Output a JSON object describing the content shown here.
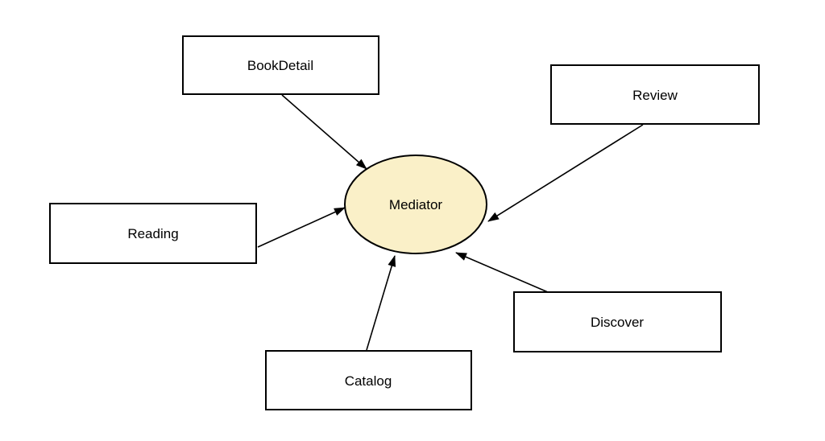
{
  "diagram": {
    "type": "mediator-pattern",
    "background_color": "#ffffff",
    "node_border_color": "#000000",
    "node_fill_color": "#ffffff",
    "edge_color": "#000000",
    "center": {
      "label": "Mediator",
      "shape": "ellipse",
      "fill": "#faf0c8",
      "stroke": "#000000"
    },
    "nodes": [
      {
        "label": "BookDetail",
        "shape": "rectangle",
        "position": "top-left"
      },
      {
        "label": "Review",
        "shape": "rectangle",
        "position": "top-right"
      },
      {
        "label": "Reading",
        "shape": "rectangle",
        "position": "middle-left"
      },
      {
        "label": "Catalog",
        "shape": "rectangle",
        "position": "bottom-center"
      },
      {
        "label": "Discover",
        "shape": "rectangle",
        "position": "bottom-right"
      }
    ],
    "edges": [
      {
        "from": "BookDetail",
        "to": "Mediator",
        "arrow": "to"
      },
      {
        "from": "Review",
        "to": "Mediator",
        "arrow": "to"
      },
      {
        "from": "Reading",
        "to": "Mediator",
        "arrow": "to"
      },
      {
        "from": "Catalog",
        "to": "Mediator",
        "arrow": "to"
      },
      {
        "from": "Discover",
        "to": "Mediator",
        "arrow": "to"
      }
    ]
  }
}
